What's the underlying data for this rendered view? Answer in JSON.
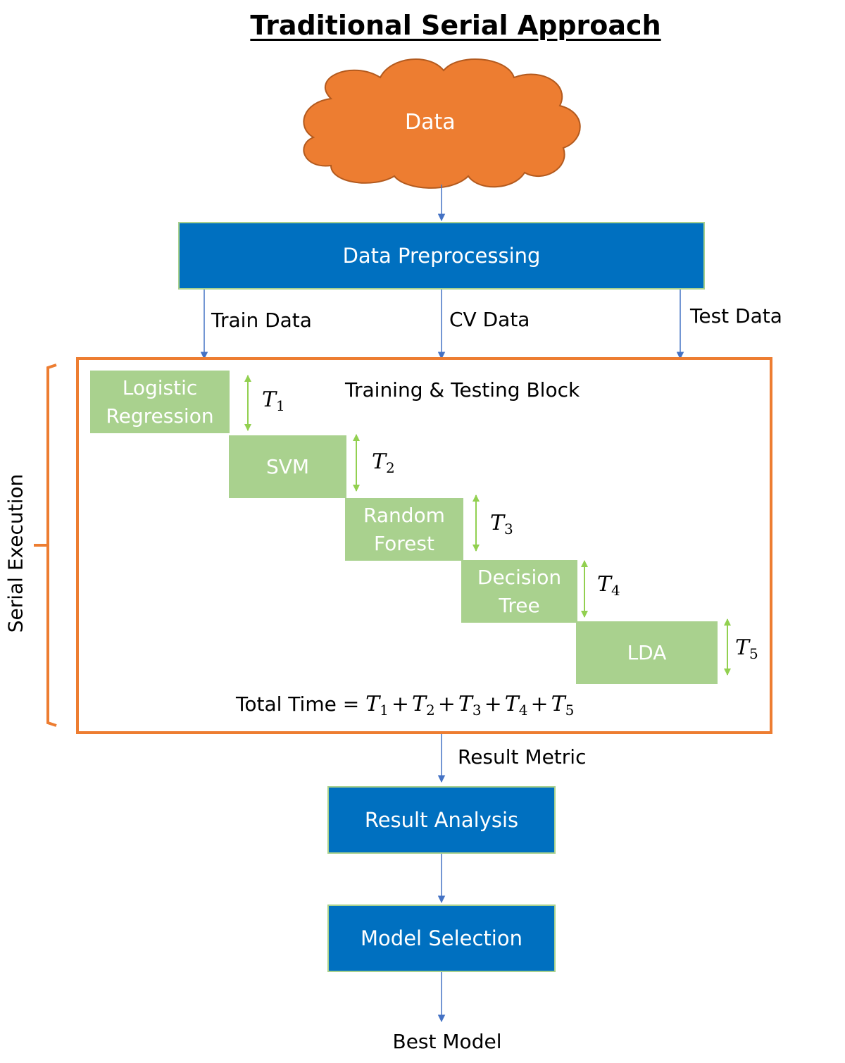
{
  "title": "Traditional Serial Approach",
  "cloud": {
    "label": "Data",
    "fill": "#ed7d31"
  },
  "preprocessing": {
    "label": "Data Preprocessing"
  },
  "splits": {
    "train": "Train Data",
    "cv": "CV Data",
    "test": "Test Data"
  },
  "block": {
    "title": "Training & Testing Block",
    "total_time_prefix": "Total Time = "
  },
  "serial_execution": "Serial Execution",
  "models": [
    {
      "label": "Logistic\nRegression",
      "time": "T",
      "sub": "1"
    },
    {
      "label": "SVM",
      "time": "T",
      "sub": "2"
    },
    {
      "label": "Random\nForest",
      "time": "T",
      "sub": "3"
    },
    {
      "label": "Decision\nTree",
      "time": "T",
      "sub": "4"
    },
    {
      "label": "LDA",
      "time": "T",
      "sub": "5"
    }
  ],
  "result_metric": "Result Metric",
  "result_analysis": "Result Analysis",
  "model_selection": "Model Selection",
  "best_model": "Best Model",
  "colors": {
    "blue": "#0070c0",
    "green": "#a9d18e",
    "orange": "#ed7d31",
    "arrow": "#4472c4",
    "time_arrow": "#92d050"
  }
}
